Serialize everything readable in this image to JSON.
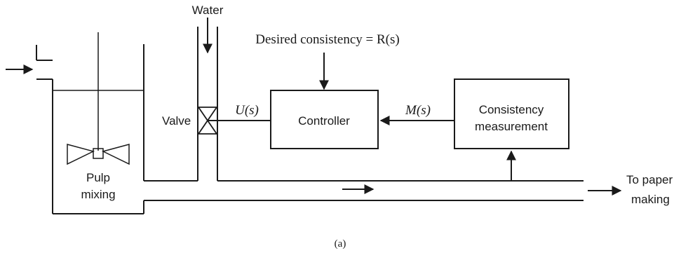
{
  "labels": {
    "water": "Water",
    "desired": "Desired consistency = R(s)",
    "valve": "Valve",
    "us": "U(s)",
    "ms": "M(s)",
    "controller": "Controller",
    "consistency_line1": "Consistency",
    "consistency_line2": "measurement",
    "pulp_line1": "Pulp",
    "pulp_line2": "mixing",
    "to_paper_line1": "To paper",
    "to_paper_line2": "making",
    "caption": "(a)"
  }
}
